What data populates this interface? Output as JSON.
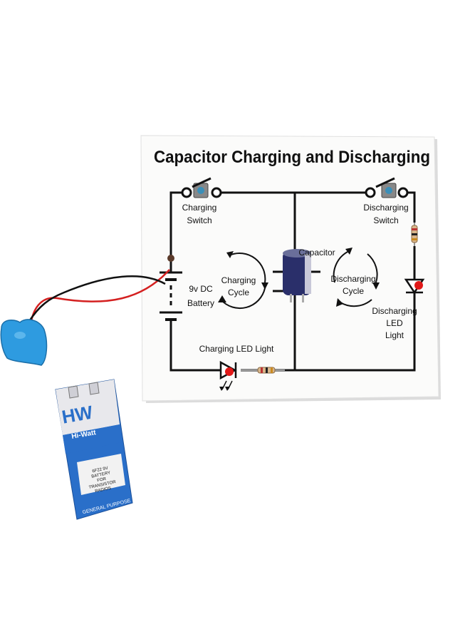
{
  "board": {
    "title": "Capacitor Charging and Discharging",
    "charging_switch": [
      "Charging",
      "Switch"
    ],
    "discharging_switch": [
      "Discharging",
      "Switch"
    ],
    "battery": [
      "9v DC",
      "Battery"
    ],
    "charging_cycle": [
      "Charging",
      "Cycle"
    ],
    "capacitor": "Capacitor",
    "discharging_cycle": [
      "Discharging",
      "Cycle"
    ],
    "discharging_led": [
      "Discharging",
      "LED",
      "Light"
    ],
    "charging_led": "Charging LED Light"
  },
  "battery_9v": {
    "brand_logo": "HW",
    "brand_name": "Hi-Watt",
    "label_lines": [
      "6F22 9V",
      "BATTERY",
      "FOR",
      "TRANSISTOR",
      "RADIOS"
    ],
    "footer": "GENERAL PURPOSE"
  },
  "colors": {
    "board": "#fbfbfa",
    "wire": "#111111",
    "red_wire": "#d42020",
    "clip": "#2e9be0",
    "battery_blue": "#2a6fc9",
    "led_red": "#e01818",
    "capacitor": "#2a2f6a"
  }
}
